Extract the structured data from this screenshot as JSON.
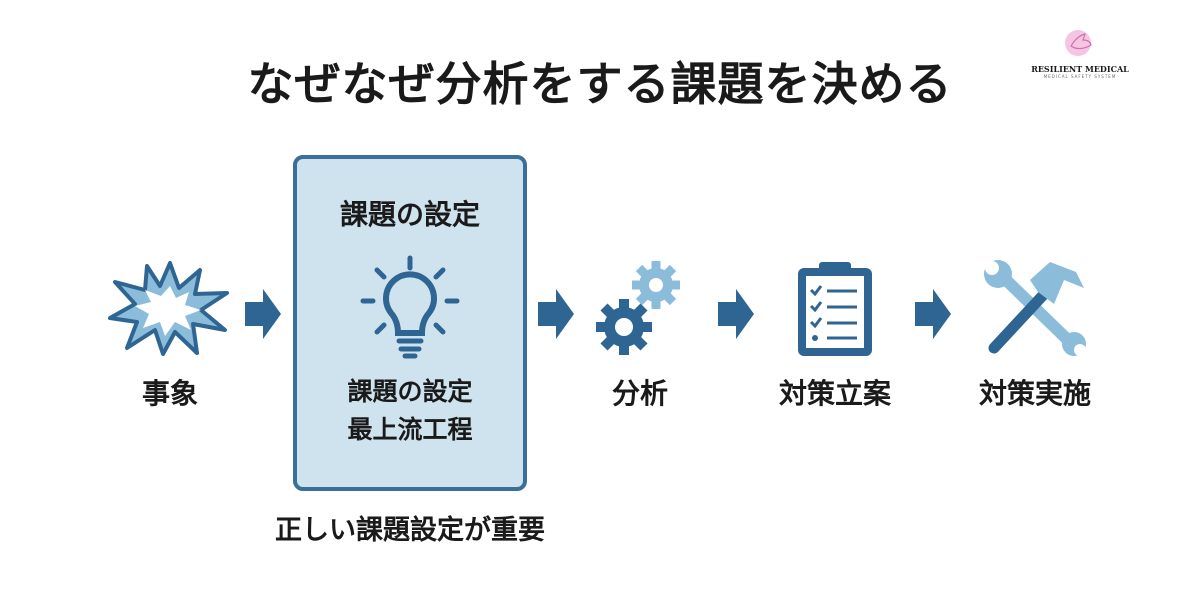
{
  "title": "なぜなぜ分析をする課題を決める",
  "logo": {
    "name": "RESILIENT MEDICAL",
    "subtitle": "MEDICAL SAFETY SYSTEM"
  },
  "box": {
    "heading": "課題の設定",
    "line1": "課題の設定",
    "line2": "最上流工程"
  },
  "steps": [
    {
      "label": "事象",
      "icon": "explosion-icon"
    },
    {
      "label": "分析",
      "icon": "gears-icon"
    },
    {
      "label": "対策立案",
      "icon": "clipboard-icon"
    },
    {
      "label": "対策実施",
      "icon": "tools-icon"
    }
  ],
  "footer": "正しい課題設定が重要",
  "colors": {
    "dark": "#2f6593",
    "light": "#8bbcd9",
    "box_fill": "#cfe3ef"
  }
}
